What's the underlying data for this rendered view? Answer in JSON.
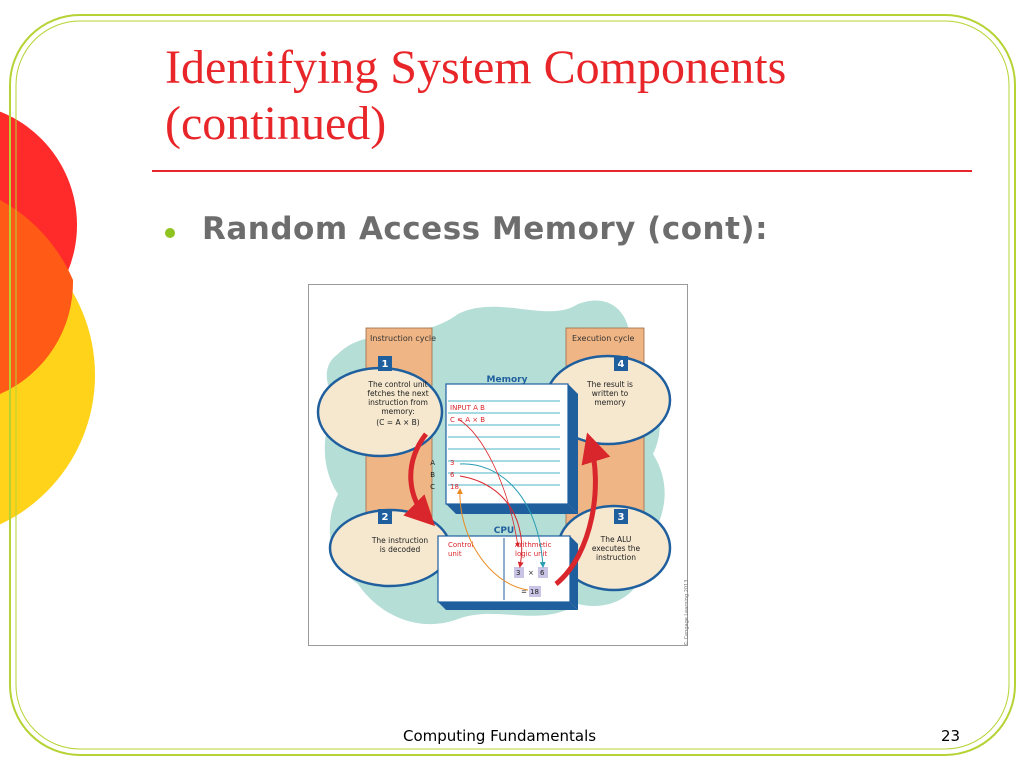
{
  "slide": {
    "title_line1": "Identifying System Components",
    "title_line2": "(continued)",
    "bullet": "Random Access Memory (cont):",
    "footer": "Computing Fundamentals",
    "page_number": "23"
  },
  "figure": {
    "memory_label": "Memory",
    "memory_rows": [
      "INPUT A B",
      "C = A × B"
    ],
    "memory_values": [
      "3",
      "6",
      "18"
    ],
    "memory_addr": [
      "A",
      "B",
      "C"
    ],
    "cpu_label": "CPU",
    "control_unit": [
      "Control",
      "unit"
    ],
    "alu": [
      "Arithmetic",
      "logic unit"
    ],
    "alu_op_a": "3",
    "alu_op_sign": "×",
    "alu_op_b": "6",
    "alu_eq": "=",
    "alu_result": "18",
    "instruction_cycle": "Instruction cycle",
    "execution_cycle": "Execution cycle",
    "steps": [
      {
        "num": "1",
        "lines": [
          "The control unit",
          "fetches the next",
          "instruction from",
          "memory:",
          "(C = A × B)"
        ]
      },
      {
        "num": "2",
        "lines": [
          "The instruction",
          "is decoded"
        ]
      },
      {
        "num": "3",
        "lines": [
          "The ALU",
          "executes the",
          "instruction"
        ]
      },
      {
        "num": "4",
        "lines": [
          "The result is",
          "written to",
          "memory"
        ]
      }
    ],
    "copyright": "© Cengage Learning 2013"
  },
  "colors": {
    "title_red": "#e8262a",
    "bullet_green": "#8fc31f",
    "frame_green": "#b5d334",
    "circle_red": "#ff2a2a",
    "circle_yellow": "#ffd31a",
    "circle_orange": "#ff5a16"
  }
}
